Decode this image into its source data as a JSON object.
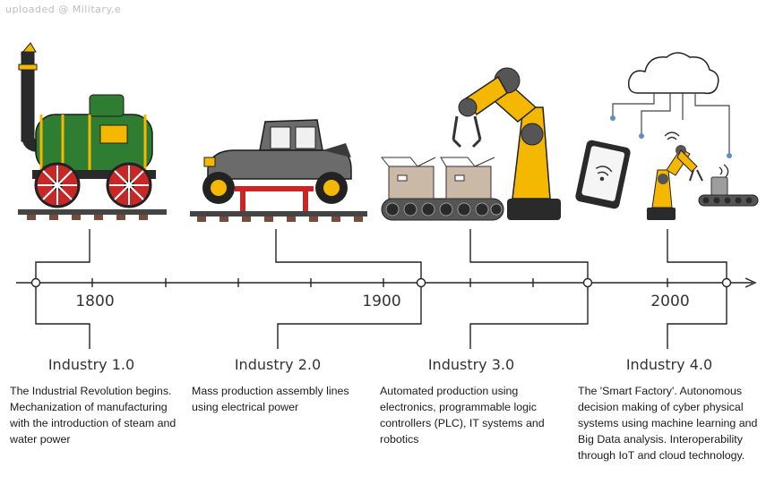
{
  "watermark": "uploaded @ Military.e",
  "years": [
    "1800",
    "1900",
    "2000"
  ],
  "stages": [
    {
      "label": "Industry 1.0",
      "description": "The Industrial Revolution begins. Mechanization of manufacturing with the introduction of steam and water power",
      "icon": "steam-locomotive-icon"
    },
    {
      "label": "Industry 2.0",
      "description": "Mass production assembly lines using electrical power",
      "icon": "ford-car-assembly-icon"
    },
    {
      "label": "Industry 3.0",
      "description": "Automated production using electronics, programmable logic controllers (PLC), IT systems and robotics",
      "icon": "robot-arm-conveyor-icon"
    },
    {
      "label": "Industry 4.0",
      "description": "The 'Smart Factory'. Autonomous decision making of cyber physical systems using machine learning and Big Data analysis. Interoperability through IoT and cloud technology.",
      "icon": "smart-factory-cloud-icon"
    }
  ],
  "colors": {
    "line": "#222222",
    "locomotive_green": "#2e7d32",
    "wheel_red": "#c62828",
    "car_gray": "#6b6b6b",
    "robot_yellow": "#f5b800",
    "box_tan": "#c9b9a6",
    "rail_brown": "#7a4a3a"
  }
}
